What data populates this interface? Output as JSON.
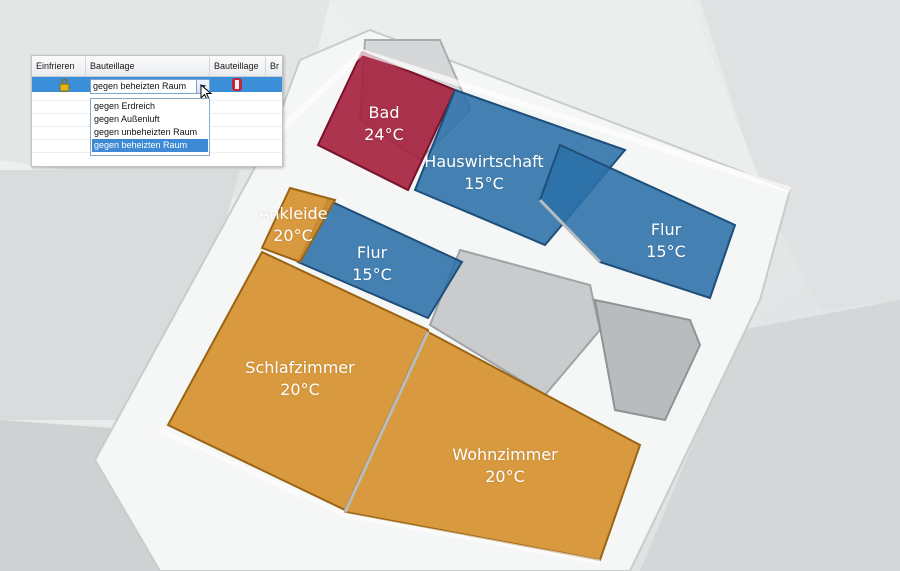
{
  "table": {
    "headers": [
      "Einfrieren",
      "Bauteillage",
      "Bauteillage",
      "Br"
    ],
    "selected_value": "gegen beheizten Raum",
    "options": [
      "gegen Erdreich",
      "gegen Außenluft",
      "gegen unbeheizten Raum",
      "gegen beheizten Raum"
    ],
    "selected_option_index": 3
  },
  "rooms": [
    {
      "name": "Bad",
      "temp": "24°C",
      "color": "#a51f3c"
    },
    {
      "name": "Hauswirtschaft",
      "temp": "15°C",
      "color": "#2b6fa8"
    },
    {
      "name": "Flur",
      "temp": "15°C",
      "color": "#2b6fa8"
    },
    {
      "name": "Ankleide",
      "temp": "20°C",
      "color": "#d6902b"
    },
    {
      "name": "Flur",
      "temp": "15°C",
      "color": "#2b6fa8"
    },
    {
      "name": "Schlafzimmer",
      "temp": "20°C",
      "color": "#d6902b"
    },
    {
      "name": "Wohnzimmer",
      "temp": "20°C",
      "color": "#d6902b"
    }
  ],
  "colors": {
    "heated_warm": "#d6902b",
    "heated_cool": "#2b6fa8",
    "bathroom": "#a51f3c",
    "selection": "#3b8ed8"
  }
}
